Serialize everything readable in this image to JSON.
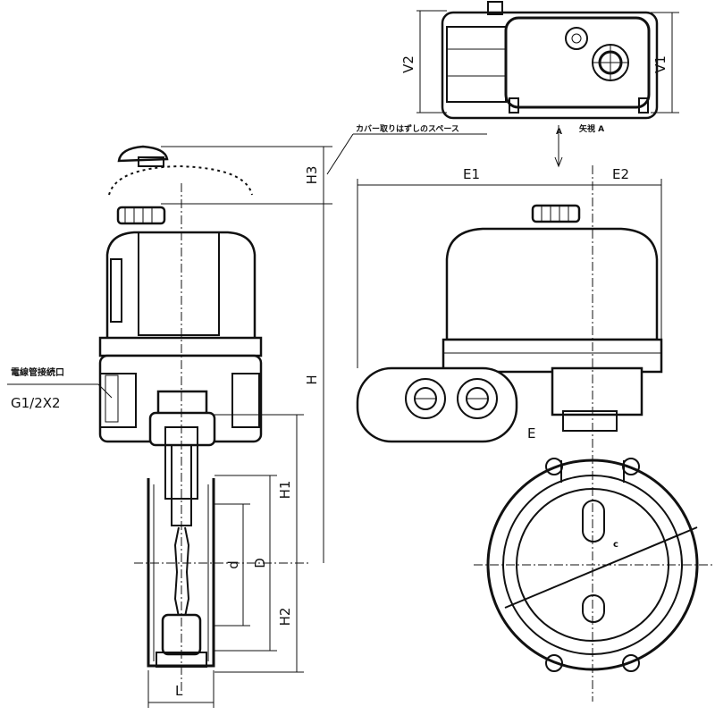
{
  "top_view": {
    "dim_v2": "V2",
    "dim_v1": "V1",
    "view_note": "矢視 A",
    "cover_note": "カバー取りはずしのスペース"
  },
  "side_view": {
    "conduit_note_line1": "電線管接続口",
    "conduit_note_line2": "G1/2X2",
    "dim_h3": "H3",
    "dim_h": "H",
    "dim_h1": "H1",
    "dim_h2": "H2",
    "dim_d_small": "d",
    "dim_d_large": "D",
    "dim_l": "L"
  },
  "front_view": {
    "dim_e1": "E1",
    "dim_e2": "E2",
    "dim_e": "E",
    "dim_c": "c"
  }
}
